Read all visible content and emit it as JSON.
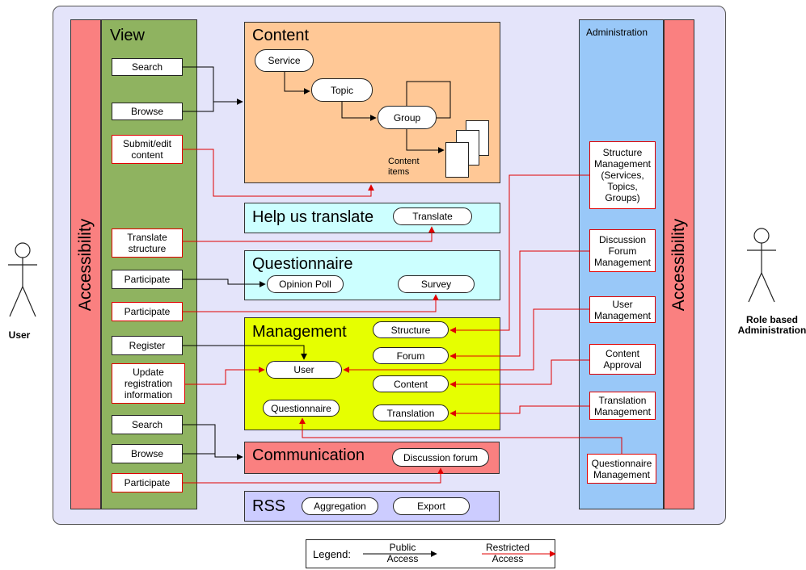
{
  "actors": {
    "user": "User",
    "admin": "Role based Administration"
  },
  "accessibility": {
    "left": "Accessibility",
    "right": "Accessibility"
  },
  "view": {
    "title": "View",
    "items": {
      "search1": "Search",
      "browse1": "Browse",
      "submit": "Submit/edit content",
      "translate_structure": "Translate structure",
      "participate1": "Participate",
      "participate2": "Participate",
      "register": "Register",
      "update_reg": "Update registration information",
      "search2": "Search",
      "browse2": "Browse",
      "participate3": "Participate"
    }
  },
  "content": {
    "title": "Content",
    "service": "Service",
    "topic": "Topic",
    "group": "Group",
    "items_label": "Content items"
  },
  "help_translate": {
    "title": "Help us translate",
    "translate": "Translate"
  },
  "questionnaire": {
    "title": "Questionnaire",
    "poll": "Opinion Poll",
    "survey": "Survey"
  },
  "management": {
    "title": "Management",
    "structure": "Structure",
    "forum": "Forum",
    "user": "User",
    "content": "Content",
    "questionnaire": "Questionnaire",
    "translation": "Translation"
  },
  "communication": {
    "title": "Communication",
    "forum": "Discussion forum"
  },
  "rss": {
    "title": "RSS",
    "aggregation": "Aggregation",
    "export": "Export"
  },
  "administration": {
    "title": "Administration",
    "structure_mgmt": "Structure Management (Services, Topics, Groups)",
    "forum_mgmt": "Discussion Forum Management",
    "user_mgmt": "User Management",
    "content_approval": "Content Approval",
    "translation_mgmt": "Translation Management",
    "questionnaire_mgmt": "Questionnaire Management"
  },
  "legend": {
    "label": "Legend:",
    "public": "Public Access",
    "restricted": "Restricted Access"
  },
  "colors": {
    "public_arrow": "#000000",
    "restricted_arrow": "#e00000",
    "content_bg": "#ffc896",
    "help_bg": "#ccffff",
    "management_bg": "#e6ff00",
    "communication_bg": "#fa8080",
    "rss_bg": "#ccccff",
    "view_bg": "#8fb360",
    "admin_bg": "#99c8f8"
  }
}
